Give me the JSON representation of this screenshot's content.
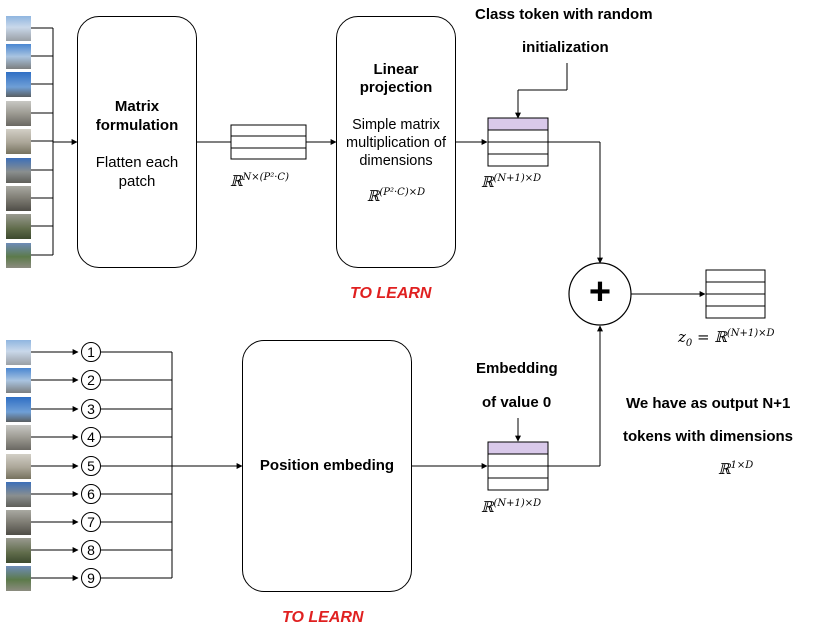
{
  "patches": [
    "patch-1",
    "patch-2",
    "patch-3",
    "patch-4",
    "patch-5",
    "patch-6",
    "patch-7",
    "patch-8",
    "patch-9"
  ],
  "matrix_box": {
    "title": "Matrix formulation",
    "subtitle": "Flatten each patch"
  },
  "matrix_dim": "ℝ",
  "matrix_dim_sup": "N×(P²·C)",
  "linear_box": {
    "title": "Linear projection",
    "subtitle": "Simple matrix multiplication of dimensions",
    "dim": "ℝ",
    "dim_sup": "(P²·C)×D"
  },
  "to_learn_top": "TO LEARN",
  "class_token": {
    "line1": "Class token with random",
    "line2": "initialization",
    "dim": "ℝ",
    "dim_sup": "(N+1)×D"
  },
  "plus_symbol": "+",
  "output": {
    "lhs": "z",
    "sub": "0",
    "eq": " = ℝ",
    "sup": "(N+1)×D"
  },
  "output_note": {
    "line1": "We have as output N+1",
    "line2": "tokens with dimensions",
    "dim": "ℝ",
    "dim_sup": "1×D"
  },
  "positions": [
    "1",
    "2",
    "3",
    "4",
    "5",
    "6",
    "7",
    "8",
    "9"
  ],
  "position_box": {
    "title": "Position embeding"
  },
  "to_learn_bottom": "TO LEARN",
  "embedding": {
    "line1": "Embedding",
    "line2": "of value 0",
    "dim": "ℝ",
    "dim_sup": "(N+1)×D"
  },
  "colors": {
    "red": "#e02020",
    "token_fill": "#d9c9ea"
  }
}
